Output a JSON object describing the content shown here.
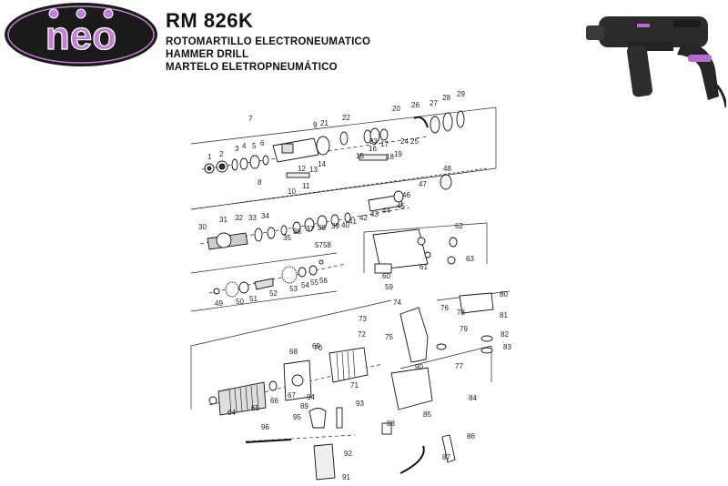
{
  "brand": {
    "logo_text": "neo"
  },
  "header": {
    "model": "RM 826K",
    "lines": [
      "ROTOMARTILLO ELECTRONEUMATICO",
      "HAMMER DRILL",
      "MARTELO ELETROPNEUMÁTICO"
    ]
  },
  "part_numbers": [
    "1",
    "2",
    "3",
    "4",
    "5",
    "6",
    "7",
    "8",
    "9",
    "10",
    "11",
    "12",
    "13",
    "14",
    "15",
    "16",
    "17",
    "18",
    "19",
    "20",
    "21",
    "22",
    "23",
    "24",
    "25",
    "26",
    "27",
    "28",
    "29",
    "30",
    "31",
    "32",
    "33",
    "34",
    "35",
    "36",
    "37",
    "38",
    "39",
    "40",
    "41",
    "42",
    "43",
    "44",
    "45",
    "46",
    "47",
    "48",
    "49",
    "50",
    "51",
    "52",
    "53",
    "54",
    "55",
    "56",
    "57",
    "58",
    "59",
    "60",
    "61",
    "62",
    "63",
    "64",
    "65",
    "66",
    "67",
    "68",
    "69",
    "70",
    "71",
    "72",
    "73",
    "74",
    "75",
    "76",
    "77",
    "78",
    "79",
    "80",
    "81",
    "82",
    "83",
    "84",
    "85",
    "86",
    "87",
    "88",
    "89",
    "90",
    "91",
    "92",
    "93",
    "94",
    "95",
    "96"
  ]
}
